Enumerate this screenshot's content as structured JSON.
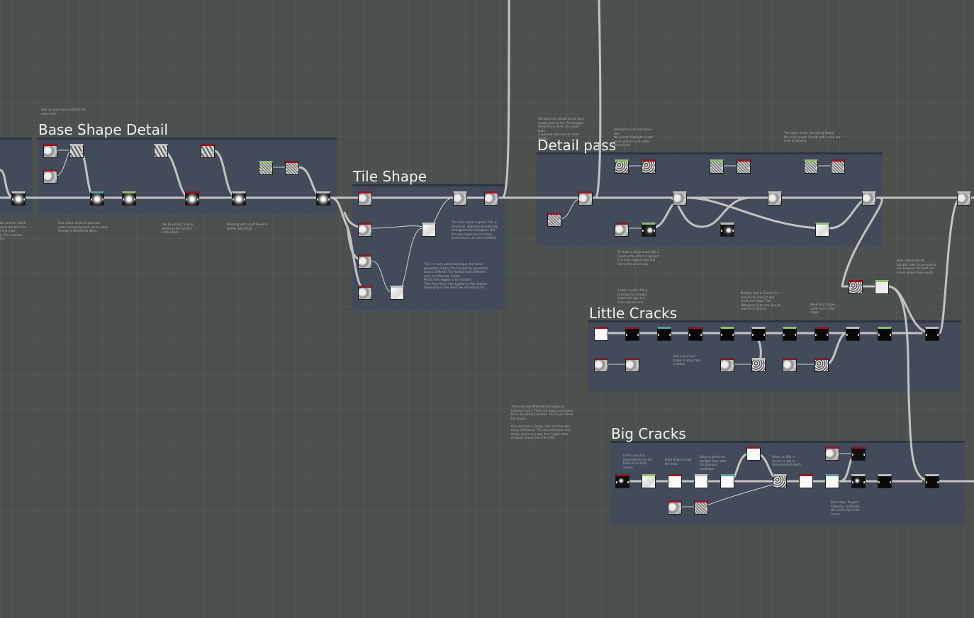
{
  "app": {
    "colors": {
      "canvas_bg": "#4b504d",
      "frame_bg": "#434a5a",
      "frame_border": "#2e3443",
      "title_text": "#f0f0f0",
      "note_text": "#a9adb3",
      "wire": "#bdbdbd",
      "node_header_red": "#8a1c24",
      "node_header_green": "#8fbf6a",
      "node_header_teal": "#5d9a9c"
    }
  },
  "frames": [
    {
      "title": "Base Shape Detail"
    },
    {
      "title": "Tile Shape"
    },
    {
      "title": "Detail pass"
    },
    {
      "title": "Little Cracks"
    },
    {
      "title": "Big Cracks"
    }
  ],
  "notes": [
    {
      "text": "Now we give some detail to the\nnoise here."
    },
    {
      "text": "the and sm. Let th\nwhile the hot slice\nt and most\nd. This is becau\nice."
    },
    {
      "text": "Four cloud noises to generate\nsome interesting form, which work\nthrough a Directional Warp."
    },
    {
      "text": "Use Bevel Blur to give\ndetails to the surface\nof the stack."
    },
    {
      "text": "Blending with a soft Bevel to\nfurther add detail."
    },
    {
      "text": "The Auto-Levels is great. This is\nbeneficial, aligned automatically\nthroughout the Histogram. But\nit's very expensive on heavy\nperformance, so use it carefully."
    },
    {
      "text": "This is a very useful technique, the same\ngenerator, feed to Tile Random to spread the\nstacks. Different Tile Random with different\nsizes and Random Seeds.\nPoints then logged to be masked.\nThen Pass them, Max Lighten or Max Darken\ndepending on the result we are looking for."
    },
    {
      "text": "We add more details to the tiled\ncombination of the Tile Random.\nWhile this is mine, the result looks\nin general same but its more\ndetails."
    },
    {
      "text": "Histogram Scan and Bevel Blur\nthe overall Highlight to add\nsome artifacts and soften\nthem forms."
    },
    {
      "text": "The same. Some interesting Design\nBlur and rounds. Blends with a very low\nlevel of Opacity."
    },
    {
      "text": "To make a single mask with a\nCloud or the effect is applied\nin a more organic way and\nnot on the whole way."
    },
    {
      "text": "A Cells 3 with a Warp\nto break the straight\nshape and give it a\nmore natural form."
    },
    {
      "text": "Multiply with a Clouds 3 to\nreduce the amount and\nbreak the shape. The\nHistogram Scan can also be\nused as a Cloud 3."
    },
    {
      "text": "Bevel Blur to give\nsome form to the\nedges."
    },
    {
      "text": "Blur Levels and\nbreak to adjust the\ncontrols."
    },
    {
      "text": "Here I blend the AO\nSplatter color to generate a\nmix between the stuff and\ncracks where there exists."
    },
    {
      "text": "These are two different techniques to\nmaking Cracks. There are many, and surely\nthere are better pointless. This is just those\nthe cracks.\n\nOne out from a simple Cells and then the\nusing a Distance. This last technique very\neasily, and in any way then it gets more\nirregular shapes than the Cells."
    },
    {
      "text": "In this case it is\nimportant to use the\nDistance to Only\nSource."
    },
    {
      "text": "Edge Detect to get\nthe lines."
    },
    {
      "text": "Warp to break the\nstraight lines, with\nthe previous\ntechnique."
    },
    {
      "text": "Bevel, on Blur +\nLevels, to get in\nthickness and depth."
    },
    {
      "text": "Bevel step. Tangent\nnaturally, and break\nthe continuity of the\ncracks."
    }
  ],
  "nodes": [
    {
      "kind": "noise"
    },
    {
      "kind": "cloud"
    }
  ]
}
